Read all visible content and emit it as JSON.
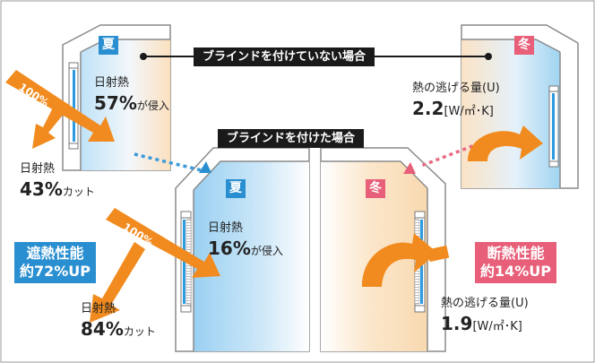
{
  "colors": {
    "summer_blue": "#2a8fd0",
    "winter_pink": "#e85f79",
    "arrow_orange": "#f18b1f",
    "caption_black": "#1a1a1a",
    "window_blue": "#2b9be0",
    "dotted_blue": "#3d9ad9",
    "dotted_pink": "#e86a84"
  },
  "headers": {
    "no_blind": "ブラインドを付けていない場合",
    "with_blind": "ブラインドを付けた場合"
  },
  "season_badges": {
    "summer": "夏",
    "winter": "冬"
  },
  "without_blind": {
    "summer": {
      "arrow_percent": "100%",
      "enter_label": "日射熱",
      "enter_value": "57%",
      "enter_suffix": "が侵入",
      "cut_label": "日射熱",
      "cut_value": "43%",
      "cut_suffix": "カット"
    },
    "winter": {
      "label": "熱の逃げる量(U)",
      "value": "2.2",
      "unit": "[W/㎡･K]"
    }
  },
  "with_blind": {
    "summer": {
      "arrow_percent": "100%",
      "enter_label": "日射熱",
      "enter_value": "16%",
      "enter_suffix": "が侵入",
      "cut_label": "日射熱",
      "cut_value": "84%",
      "cut_suffix": "カット",
      "performance_line1": "遮熱性能",
      "performance_line2": "約72%UP"
    },
    "winter": {
      "label": "熱の逃げる量(U)",
      "value": "1.9",
      "unit": "[W/㎡･K]",
      "performance_line1": "断熱性能",
      "performance_line2": "約14%UP"
    }
  }
}
